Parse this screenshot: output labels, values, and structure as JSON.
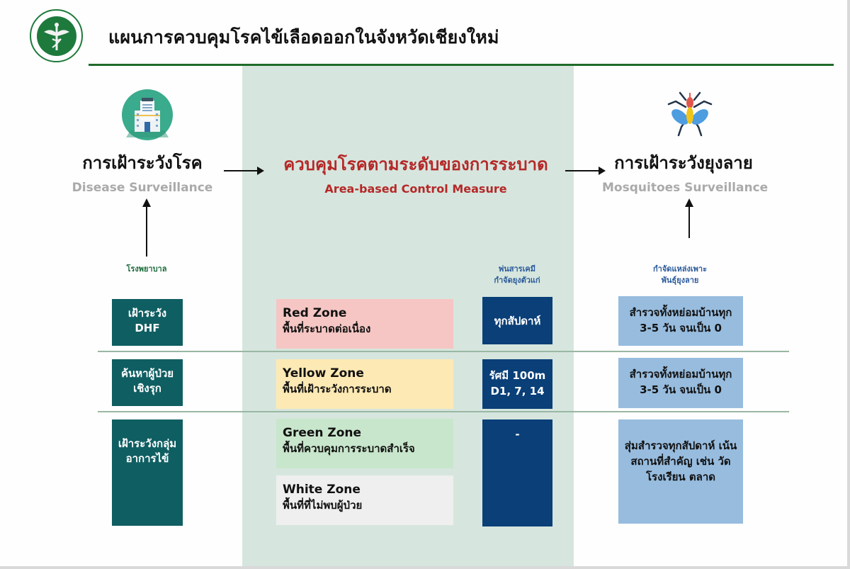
{
  "header": {
    "logo": "provincial-public-health-office-logo",
    "title": "แผนการควบคุมโรคไข้เลือดออกในจังหวัดเชียงใหม่"
  },
  "columns": {
    "left": {
      "icon": "hospital-icon",
      "title_th": "การเฝ้าระวังโรค",
      "title_en": "Disease Surveillance",
      "sub_label": "โรงพยาบาล"
    },
    "middle": {
      "title_th": "ควบคุมโรคตามระดับของการระบาด",
      "title_en": "Area-based Control Measure",
      "spray_label_line1": "พ่นสารเคมี",
      "spray_label_line2": "กำจัดยุงตัวแก่"
    },
    "right": {
      "icon": "mosquito-icon",
      "title_th": "การเฝ้าระวังยุงลาย",
      "title_en": "Mosquitoes Surveillance",
      "sub_label_line1": "กำจัดแหล่งเพาะ",
      "sub_label_line2": "พันธุ์ยุงลาย"
    }
  },
  "rows": [
    {
      "surveillance": [
        "เฝ้าระวัง",
        "DHF"
      ],
      "zones": [
        {
          "name": "Red Zone",
          "desc": "พื้นที่ระบาดต่อเนื่อง",
          "color": "#f5c6c3"
        }
      ],
      "spray": [
        "ทุกสัปดาห์"
      ],
      "mosquito": [
        "สำรวจทั้งหย่อมบ้านทุก",
        "3-5 วัน จนเป็น 0"
      ]
    },
    {
      "surveillance": [
        "ค้นหาผู้ป่วย",
        "เชิงรุก"
      ],
      "zones": [
        {
          "name": "Yellow Zone",
          "desc": "พื้นที่เฝ้าระวังการระบาด",
          "color": "#fde9b4"
        }
      ],
      "spray": [
        "รัศมี 100m",
        "D1, 7, 14"
      ],
      "mosquito": [
        "สำรวจทั้งหย่อมบ้านทุก",
        "3-5 วัน จนเป็น 0"
      ]
    },
    {
      "surveillance": [
        "เฝ้าระวังกลุ่ม",
        "อาการไข้"
      ],
      "zones": [
        {
          "name": "Green Zone",
          "desc": "พื้นที่ควบคุมการระบาดสำเร็จ",
          "color": "#c8e6cb"
        },
        {
          "name": "White Zone",
          "desc": "พื้นที่ที่ไม่พบผู้ป่วย",
          "color": "#efefef"
        }
      ],
      "spray": [
        "-"
      ],
      "mosquito": [
        "สุ่มสำรวจทุกสัปดาห์ เน้น",
        "สถานที่สำคัญ เช่น วัด",
        "โรงเรียน ตลาด"
      ]
    }
  ],
  "colors": {
    "title_rule": "#1f6b2a",
    "mid_band": "#d6e6de",
    "teal_box": "#0f5e62",
    "navy_box": "#0a3f78",
    "light_blue_box": "#97bcde",
    "mid_title": "#b52828"
  }
}
